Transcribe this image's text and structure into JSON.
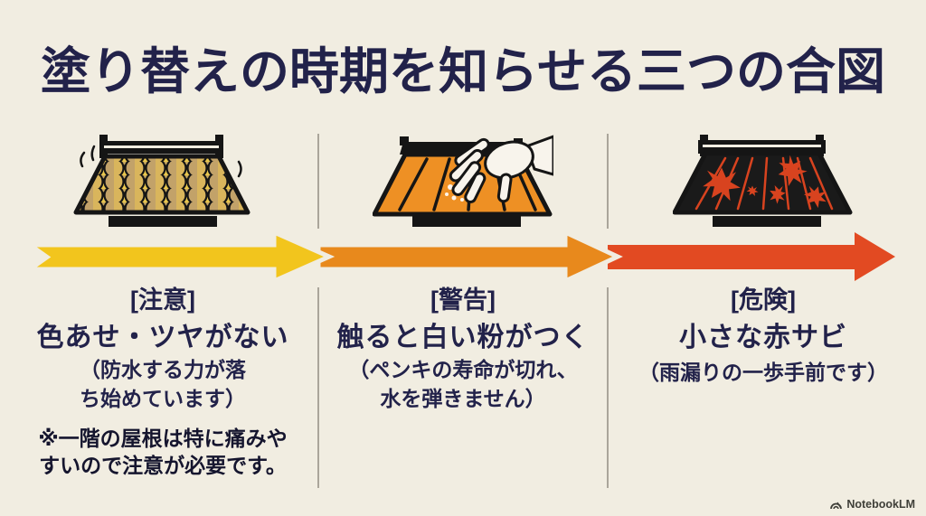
{
  "title": "塗り替えの時期を知らせる三つの合図",
  "stages": [
    {
      "id": "caution",
      "icon": "faded-tile-roof-icon",
      "label": "[注意]",
      "heading": "色あせ・ツヤがない",
      "detail_lines": [
        "（防水する力が落",
        "ち始めています）"
      ],
      "note_lines": [
        "※一階の屋根は特に痛みや",
        "すいので注意が必要です。"
      ],
      "arrow_color": "#f2c51d"
    },
    {
      "id": "warning",
      "icon": "chalky-roof-hand-icon",
      "label": "[警告]",
      "heading": "触ると白い粉がつく",
      "detail_lines": [
        "（ペンキの寿命が切れ、",
        "水を弾きません）"
      ],
      "arrow_color": "#e8891c"
    },
    {
      "id": "danger",
      "icon": "rust-roof-icon",
      "label": "[危険]",
      "heading": "小さな赤サビ",
      "detail_lines": [
        "（雨漏りの一歩手前です）"
      ],
      "arrow_color": "#e24a22"
    }
  ],
  "footer": {
    "brand": "NotebookLM"
  },
  "colors": {
    "background": "#f1ede1",
    "heading_text": "#22224a",
    "divider": "#aaa59a",
    "tile_yellow": "#e9c74d",
    "roof_orange": "#ee9024",
    "rust_red": "#d8431f",
    "roof_outline": "#151515"
  }
}
